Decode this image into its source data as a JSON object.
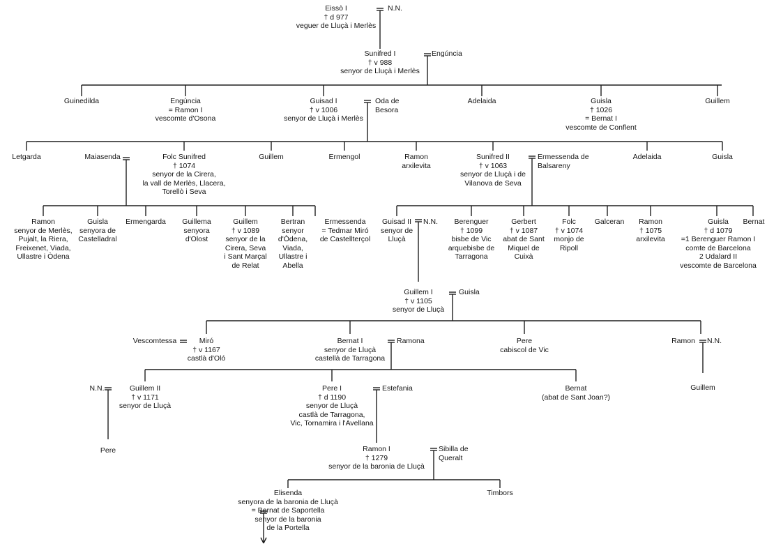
{
  "people": [
    {
      "id": "eisso",
      "lines": [
        "Eissò I",
        "† d 977",
        "veguer de Lluçà i Merlès"
      ]
    },
    {
      "id": "nn1",
      "lines": [
        "N.N."
      ]
    },
    {
      "id": "sunifred1",
      "lines": [
        "Sunifred I",
        "† v 988",
        "senyor de Lluçà i Merlès"
      ]
    },
    {
      "id": "enguncia1",
      "lines": [
        "Engúncia"
      ]
    },
    {
      "id": "guinedilda",
      "lines": [
        "Guinedilda"
      ]
    },
    {
      "id": "enguncia2",
      "lines": [
        "Engúncia",
        "= Ramon I",
        "vescomte d'Osona"
      ]
    },
    {
      "id": "guisad1",
      "lines": [
        "Guisad I",
        "† v 1006",
        "senyor de Lluçà i Merlès"
      ]
    },
    {
      "id": "oda",
      "lines": [
        "Oda de",
        "Besora"
      ]
    },
    {
      "id": "adelaida1",
      "lines": [
        "Adelaida"
      ]
    },
    {
      "id": "guisla1",
      "lines": [
        "Guisla",
        "† 1026",
        "= Bernat I",
        "vescomte de Conflent"
      ]
    },
    {
      "id": "guillem1",
      "lines": [
        "Guillem"
      ]
    },
    {
      "id": "letgarda",
      "lines": [
        "Letgarda"
      ]
    },
    {
      "id": "maiasenda",
      "lines": [
        "Maiasenda"
      ]
    },
    {
      "id": "folc_sunifred",
      "lines": [
        "Folc Sunifred",
        "† 1074",
        "senyor de la Cirera,",
        "la vall de Merlès, Llacera,",
        "Torellò i Seva"
      ]
    },
    {
      "id": "guillem2",
      "lines": [
        "Guillem"
      ]
    },
    {
      "id": "ermengol",
      "lines": [
        "Ermengol"
      ]
    },
    {
      "id": "ramon_arx1",
      "lines": [
        "Ramon",
        "arxilevita"
      ]
    },
    {
      "id": "sunifred2",
      "lines": [
        "Sunifred II",
        "† v 1063",
        "senyor de Lluçà i de",
        "Vilanova de Seva"
      ]
    },
    {
      "id": "ermessenda_b",
      "lines": [
        "Ermessenda de",
        "Balsareny"
      ]
    },
    {
      "id": "adelaida2",
      "lines": [
        "Adelaida"
      ]
    },
    {
      "id": "guisla2",
      "lines": [
        "Guisla"
      ]
    },
    {
      "id": "ramon_merles",
      "lines": [
        "Ramon",
        "senyor de Merlès,",
        "Pujalt, la Riera,",
        "Freixenet, Viada,",
        "Ullastre i Òdena"
      ]
    },
    {
      "id": "guisla_cast",
      "lines": [
        "Guisla",
        "senyora de",
        "Castelladral"
      ]
    },
    {
      "id": "ermengarda",
      "lines": [
        "Ermengarda"
      ]
    },
    {
      "id": "guillema",
      "lines": [
        "Guillema",
        "senyora",
        "d'Olost"
      ]
    },
    {
      "id": "guillem_cirera",
      "lines": [
        "Guillem",
        "† v 1089",
        "senyor de la",
        "Cirera, Seva",
        "i Sant Marçal",
        "de Relat"
      ]
    },
    {
      "id": "bertran",
      "lines": [
        "Bertran",
        "senyor",
        "d'Òdena,",
        "Viada,",
        "Ullastre i",
        "Abella"
      ]
    },
    {
      "id": "ermessenda_t",
      "lines": [
        "Ermessenda",
        "= Tedmar Miró",
        "de Castellterçol"
      ]
    },
    {
      "id": "guisad2",
      "lines": [
        "Guisad II",
        "senyor de",
        "Lluçà"
      ]
    },
    {
      "id": "nn2",
      "lines": [
        "N.N."
      ]
    },
    {
      "id": "berenguer",
      "lines": [
        "Berenguer",
        "† 1099",
        "bisbe de Vic",
        "arquebisbe de",
        "Tarragona"
      ]
    },
    {
      "id": "gerbert",
      "lines": [
        "Gerbert",
        "† v 1087",
        "abat de Sant",
        "Miquel de",
        "Cuixà"
      ]
    },
    {
      "id": "folc",
      "lines": [
        "Folc",
        "† v 1074",
        "monjo de",
        "Ripoll"
      ]
    },
    {
      "id": "galceran",
      "lines": [
        "Galceran"
      ]
    },
    {
      "id": "ramon_arx2",
      "lines": [
        "Ramon",
        "† 1075",
        "arxilevita"
      ]
    },
    {
      "id": "guisla3",
      "lines": [
        "Guisla",
        "† d 1079",
        "=1 Berenguer Ramon I",
        "comte de Barcelona",
        "2 Udalard II",
        "vescomte de Barcelona"
      ]
    },
    {
      "id": "bernat1",
      "lines": [
        "Bernat"
      ]
    },
    {
      "id": "guillem_i",
      "lines": [
        "Guillem I",
        "† v 1105",
        "senyor de Lluçà"
      ]
    },
    {
      "id": "guisla4",
      "lines": [
        "Guisla"
      ]
    },
    {
      "id": "vescomtessa",
      "lines": [
        "Vescomtessa"
      ]
    },
    {
      "id": "miro",
      "lines": [
        "Miró",
        "† v 1167",
        "castlà d'Oló"
      ]
    },
    {
      "id": "bernat_i",
      "lines": [
        "Bernat I",
        "senyor de Lluçà",
        "castellà de Tarragona"
      ]
    },
    {
      "id": "ramona",
      "lines": [
        "Ramona"
      ]
    },
    {
      "id": "pere_cab",
      "lines": [
        "Pere",
        "cabiscol de Vic"
      ]
    },
    {
      "id": "ramon3",
      "lines": [
        "Ramon"
      ]
    },
    {
      "id": "nn3",
      "lines": [
        "N.N."
      ]
    },
    {
      "id": "nn4",
      "lines": [
        "N.N."
      ]
    },
    {
      "id": "guillem_ii",
      "lines": [
        "Guillem II",
        "† v 1171",
        "senyor de Lluçà"
      ]
    },
    {
      "id": "pere_i",
      "lines": [
        "Pere I",
        "† d 1190",
        "senyor de Lluçà",
        "castlà de Tarragona,",
        "Vic, Tornamira i l'Avellana"
      ]
    },
    {
      "id": "estefania",
      "lines": [
        "Estefania"
      ]
    },
    {
      "id": "bernat_abat",
      "lines": [
        "Bernat",
        "(abat de Sant Joan?)"
      ]
    },
    {
      "id": "guillem3",
      "lines": [
        "Guillem"
      ]
    },
    {
      "id": "pere2",
      "lines": [
        "Pere"
      ]
    },
    {
      "id": "ramon_i",
      "lines": [
        "Ramon I",
        "† 1279",
        "senyor de la baronia de Lluçà"
      ]
    },
    {
      "id": "sibilla",
      "lines": [
        "Sibilla de",
        "Queralt"
      ]
    },
    {
      "id": "elisenda",
      "lines": [
        "Elisenda",
        "senyora de la baronia de Lluçà",
        "= Bernat de Saportella",
        "senyor de la baronia",
        "de la Portella"
      ]
    },
    {
      "id": "timbors",
      "lines": [
        "Timbors"
      ]
    }
  ]
}
